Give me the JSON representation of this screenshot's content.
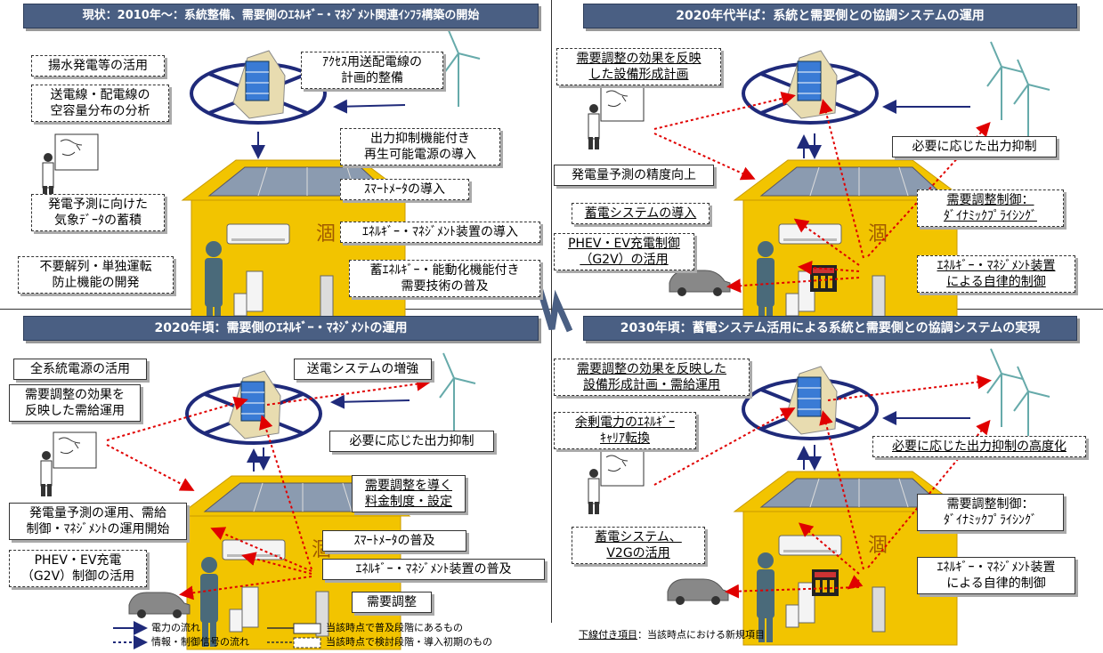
{
  "panels": {
    "tl": {
      "title": "現状：2010年～：系統整備、需要側のｴﾈﾙｷﾞｰ・ﾏﾈｼﾞﾒﾝﾄ関連ｲﾝﾌﾗ構築の開始",
      "labels": {
        "pumped": "揚水発電等の活用",
        "capacity1": "送電線・配電線の",
        "capacity2": "空容量分布の分析",
        "access1": "ｱｸｾｽ用送配電線の",
        "access2": "計画的整備",
        "curtail1": "出力抑制機能付き",
        "curtail2": "再生可能電源の導入",
        "weather1": "発電予測に向けた",
        "weather2": "気象ﾃﾞｰﾀの蓄積",
        "smart": "ｽﾏｰﾄﾒｰﾀの導入",
        "ems": "ｴﾈﾙｷﾞｰ・ﾏﾈｼﾞﾒﾝﾄ装置の導入",
        "island1": "不要解列・単独運転",
        "island2": "防止機能の開発",
        "storage1": "蓄ｴﾈﾙｷﾞｰ・能動化機能付き",
        "storage2": "需要技術の普及"
      }
    },
    "tr": {
      "title": "2020年代半ば：系統と需要側との協調システムの運用",
      "labels": {
        "plan1": "需要調整の効果を反映",
        "plan2": "した設備形成計画",
        "curtail": "必要に応じた出力抑制",
        "forecast": "発電量予測の精度向上",
        "dr1": "需要調整制御：",
        "dr2": "ﾀﾞｲﾅﾐｯｸﾌﾟﾗｲｼﾝｸﾞ",
        "storage": "蓄電システムの導入",
        "phev1": "PHEV・EV充電制御",
        "phev2": "（G2V）の活用",
        "ems1": "ｴﾈﾙｷﾞｰ・ﾏﾈｼﾞﾒﾝﾄ装置",
        "ems2": "による自律的制御"
      }
    },
    "bl": {
      "title": "2020年頃：需要側のｴﾈﾙｷﾞｰ・ﾏﾈｼﾞﾒﾝﾄの運用",
      "labels": {
        "allgen": "全系統電源の活用",
        "transmission": "送電システムの増強",
        "supply1": "需要調整の効果を",
        "supply2": "反映した需給運用",
        "curtail": "必要に応じた出力抑制",
        "tariff1": "需要調整を導く",
        "tariff2": "料金制度・設定",
        "forecast1": "発電量予測の運用、需給",
        "forecast2": "制御・ﾏﾈｼﾞﾒﾝﾄの運用開始",
        "smart": "ｽﾏｰﾄﾒｰﾀの普及",
        "ems": "ｴﾈﾙｷﾞｰ・ﾏﾈｼﾞﾒﾝﾄ装置の普及",
        "phev1": "PHEV・EV充電",
        "phev2": "（G2V）制御の活用",
        "dr": "需要調整"
      }
    },
    "br": {
      "title": "2030年頃：蓄電システム活用による系統と需要側との協調システムの実現",
      "labels": {
        "plan1": "需要調整の効果を反映した",
        "plan2": "設備形成計画・需給運用",
        "surplus1": "余剰電力のｴﾈﾙｷﾞｰ",
        "surplus2": "ｷｬﾘｱ転換",
        "curtail": "必要に応じた出力抑制の高度化",
        "dr1": "需要調整制御：",
        "dr2": "ﾀﾞｲﾅﾐｯｸﾌﾟﾗｲｼﾝｸﾞ",
        "storage1": "蓄電システム、",
        "storage2": "V2Gの活用",
        "ems1": "ｴﾈﾙｷﾞｰ・ﾏﾈｼﾞﾒﾝﾄ装置",
        "ems2": "による自律的制御"
      }
    }
  },
  "legend": {
    "power": "電力の流れ",
    "info": "情報・制御信号の流れ",
    "current": "当該時点で普及段階にあるもの",
    "future": "当該時点で検討段階・導入初期のもの",
    "note_u": "下線付き項目",
    "note_rest": "：当該時点における新規項目"
  },
  "colors": {
    "header": "#4a5f83",
    "house": "#f2c400",
    "power": "#1f2a7a",
    "info": "#e00000"
  }
}
